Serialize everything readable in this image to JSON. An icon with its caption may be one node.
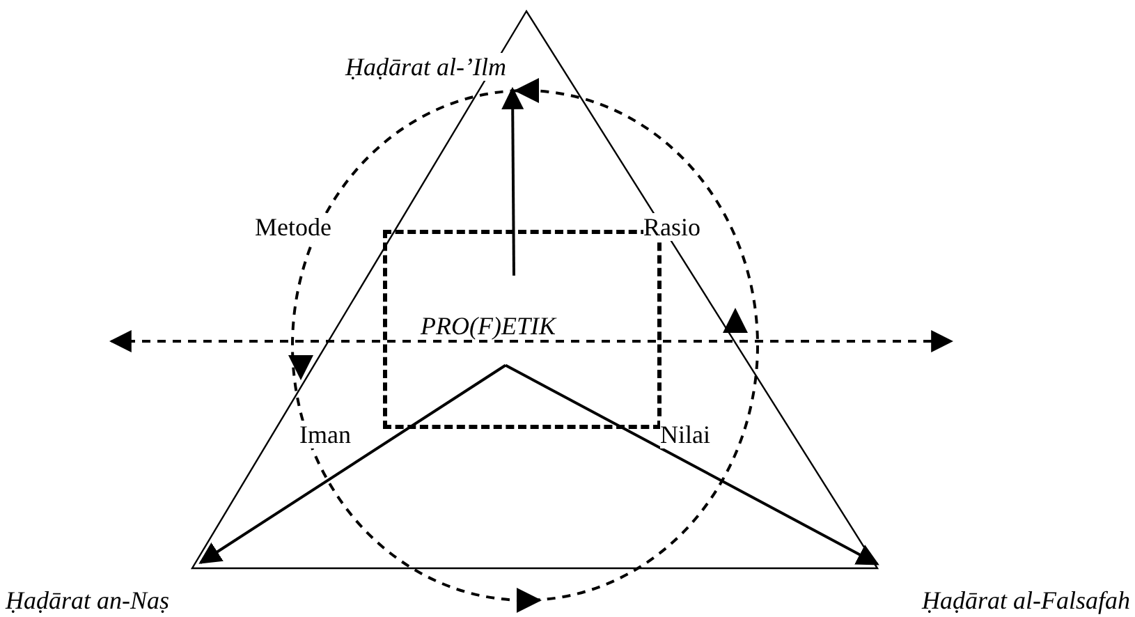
{
  "diagram": {
    "nodes": [
      {
        "text": [
          "PRO(F)ETIK"
        ]
      },
      {
        "text": [
          "Ḥaḍārat al-’Ilm"
        ]
      },
      {
        "text": [
          "Ḥaḍārat an-Naṣ"
        ]
      },
      {
        "text": [
          "Ḥaḍārat al-Falsafah"
        ]
      }
    ],
    "edges": [
      {
        "from": 0,
        "to": 1,
        "arrow": "to"
      },
      {
        "from": 0,
        "to": 2,
        "arrow": "to"
      },
      {
        "from": 0,
        "to": 3,
        "arrow": "to"
      }
    ],
    "labels": [
      "Metode",
      "Rasio",
      "Iman",
      "Nilai"
    ]
  }
}
